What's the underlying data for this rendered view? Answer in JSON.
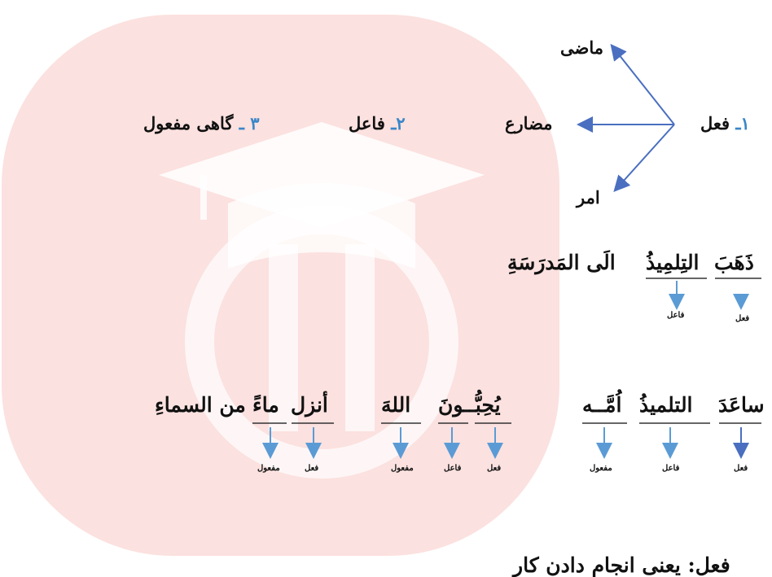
{
  "colors": {
    "watermark": "#f7c9c4",
    "arrow_dark": "#4a6fc0",
    "arrow_light": "#5b9bd5",
    "number_blue": "#3a86c8"
  },
  "row1": {
    "madi": "ماضی",
    "mudari": "مضارع",
    "amr": "امر",
    "fel_num": "۱ـ",
    "fel": "فعل",
    "fael_num": "۲ـ",
    "fael": "فاعل",
    "mafool_num": "۳ ـ",
    "mafool": "گاهی مفعول"
  },
  "sentence1": {
    "w1": "ذَهَبَ",
    "w2": "التِلمِیذُ",
    "w3": "الَی المَدرَسَةِ",
    "l1": "فعل",
    "l2": "فاعل"
  },
  "sentence2": {
    "w1": "ساعَدَ",
    "w2": "التلمیذُ",
    "w3": "اُمَّــه",
    "l1": "فعل",
    "l2": "فاعل",
    "l3": "مفعول"
  },
  "sentence3": {
    "w1": "یُحِبُّــونَ",
    "w2": "اللهَ",
    "l1": "فعل",
    "l2": "فاعل",
    "l3": "مفعول"
  },
  "sentence4": {
    "w1": "أنزل",
    "w2": "ماءً",
    "w3": "من السماءِ",
    "l1": "فعل",
    "l2": "مفعول"
  },
  "footer": "فعل: یعنی انجام دادن کار"
}
